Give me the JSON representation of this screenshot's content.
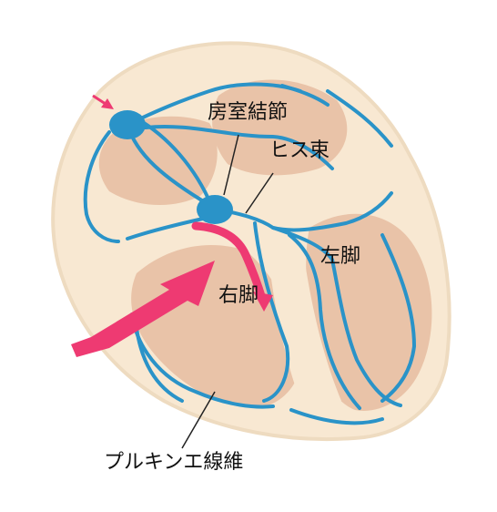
{
  "labels": {
    "av_node": "房室結節",
    "his_bundle": "ヒス束",
    "left_bundle_branch": "左脚",
    "right_bundle_branch": "右脚",
    "purkinje_fibers": "プルキンエ線維"
  },
  "colors": {
    "heart_outer": "#f8e8d2",
    "heart_outline": "#eedbc0",
    "myocardium": "#e9c3a8",
    "conduction": "#2a93c8",
    "arrow": "#ee3a72",
    "leader_line": "#222222"
  },
  "icons": {
    "sa_marker": "arrow-marker-icon",
    "highlight_arrow": "pink-arrow-icon"
  }
}
